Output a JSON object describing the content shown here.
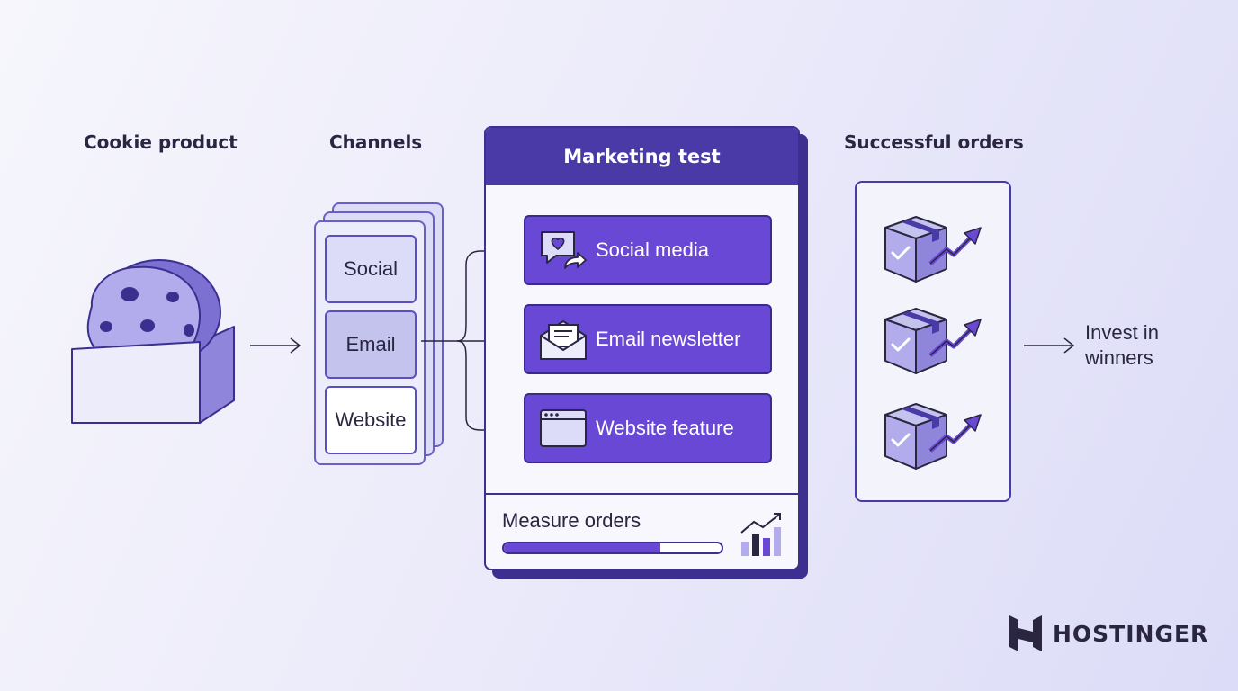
{
  "diagram": {
    "headings": {
      "cookie": "Cookie product",
      "channels": "Channels",
      "marketing": "Marketing test",
      "orders": "Successful orders"
    },
    "channels": [
      "Social",
      "Email",
      "Website"
    ],
    "tests": [
      {
        "label": "Social media",
        "icon": "chat-heart-share-icon"
      },
      {
        "label": "Email newsletter",
        "icon": "envelope-letter-icon"
      },
      {
        "label": "Website feature",
        "icon": "browser-window-icon"
      }
    ],
    "measure": {
      "label": "Measure orders",
      "progress": 0.72
    },
    "order_count": 3,
    "outcome": {
      "line1": "Invest in",
      "line2": "winners"
    },
    "brand": {
      "name": "HOSTINGER",
      "logo": "hostinger-h-logo"
    },
    "colors": {
      "primary": "#4a3aa7",
      "accent": "#6948d6",
      "dark": "#2a2540",
      "light": "#dcdcf8"
    }
  }
}
